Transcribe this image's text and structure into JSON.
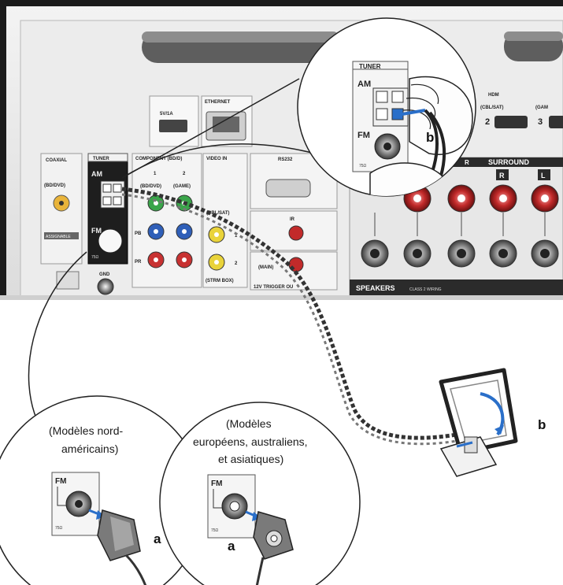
{
  "panel": {
    "tuner": "TUNER",
    "am": "AM",
    "fm": "FM",
    "ohm": "75Ω",
    "ethernet": "ETHERNET",
    "usb": "5V/1A",
    "coaxial": "COAXIAL",
    "coaxial_sub": "(BD/DVD)",
    "assignable": "ASSIGNABLE",
    "component": "COMPONENT (BD/D)",
    "comp_1": "1",
    "comp_1_sub": "(BD/DVD)",
    "comp_2": "2",
    "comp_2_sub": "(GAME)",
    "pb": "PB",
    "pr": "PR",
    "video_in": "VIDEO IN",
    "video_in_sub": "(CBL/SAT)",
    "video_1": "1",
    "video_2": "2",
    "video_2_sub": "(STRM BOX)",
    "rs232": "RS232",
    "ir": "IR",
    "main": "(MAIN)",
    "trigger": "12V TRIGGER OU",
    "hdmi_cbl": "(CBL/SAT)",
    "hdmi_2": "2",
    "hdmi_3": "3",
    "hdmi_game": "(GAM",
    "hdmi": "HDM",
    "surround": "SURROUND",
    "r": "R",
    "l": "L",
    "front_r": "R",
    "speakers": "SPEAKERS",
    "speakers_sub": "CLASS 2 WIRING",
    "gnd": "GND"
  },
  "zoom_top": {
    "tuner": "TUNER",
    "am": "AM",
    "fm": "FM",
    "ohm": "75Ω"
  },
  "callouts": {
    "b1": "b",
    "b2": "b",
    "a1": "a",
    "a2": "a"
  },
  "captions": {
    "north_america": [
      "(Modèles nord-",
      "américains)"
    ],
    "europe": [
      "(Modèles",
      "européens, australiens,",
      "et asiatiques)"
    ]
  },
  "zoom_left": {
    "fm": "FM",
    "ohm": "75Ω"
  },
  "zoom_right": {
    "fm": "FM",
    "ohm": "75Ω"
  }
}
